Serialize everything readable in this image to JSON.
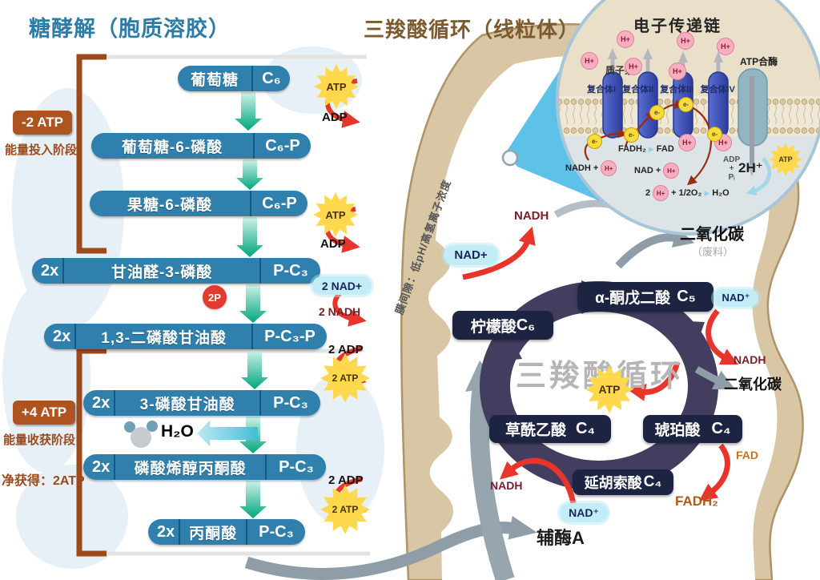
{
  "titles": {
    "glycolysis": "糖酵解（胞质溶胶）",
    "tca": "三羧酸循环（线粒体）"
  },
  "stages": {
    "invest_atp": "-2 ATP",
    "invest_name": "能量投入阶段",
    "harvest_atp": "+4 ATP",
    "harvest_name": "能量收获阶段",
    "net": "净获得：2ATP"
  },
  "steps": [
    {
      "mult": "",
      "name": "葡萄糖",
      "formula": "C₆"
    },
    {
      "mult": "",
      "name": "葡萄糖-6-磷酸",
      "formula": "C₆-P"
    },
    {
      "mult": "",
      "name": "果糖-6-磷酸",
      "formula": "C₆-P"
    },
    {
      "mult": "2x",
      "name": "甘油醛-3-磷酸",
      "formula": "P-C₃"
    },
    {
      "mult": "2x",
      "name": "1,3-二磷酸甘油酸",
      "formula": "P-C₃-P"
    },
    {
      "mult": "2x",
      "name": "3-磷酸甘油酸",
      "formula": "P-C₃"
    },
    {
      "mult": "2x",
      "name": "磷酸烯醇丙酮酸",
      "formula": "P-C₃"
    },
    {
      "mult": "2x",
      "name": "丙酮酸",
      "formula": "P-C₃"
    }
  ],
  "gly": {
    "atp": "ATP",
    "adp": "ADP",
    "p2": "2P",
    "nad": "2 NAD+",
    "nadh": "2 NADH",
    "two_adp": "2 ADP",
    "two_atp": "2 ATP",
    "h2o": "H₂O"
  },
  "membrane_label": "膜间隙：低pH/高氢离子浓度",
  "etc": {
    "title": "电子传递链",
    "proton_pump": "质子泵",
    "atp_synthase": "ATP合酶",
    "complexes": "复合体I 复合体II 复合体III 复合体IV",
    "hplus": "H+",
    "electron": "e-",
    "fadh2": "FADH₂",
    "fad": "FAD",
    "nadh_in": "NADH +",
    "nad_out": "NAD +",
    "o2_pre": "2",
    "o2_mid": "+ 1/2O₂",
    "h2o": "H₂O",
    "adp": "ADP",
    "plus": "+",
    "pi": "Pᵢ",
    "two_h": "2H⁺",
    "atp": "ATP"
  },
  "tca": {
    "watermark": "三羧酸循环",
    "boxes": [
      {
        "name": "柠檬酸",
        "c": "C₆"
      },
      {
        "name": "α-酮戊二酸",
        "c": "C₅"
      },
      {
        "name": "琥珀酸",
        "c": "C₄"
      },
      {
        "name": "延胡索酸",
        "c": "C₄"
      },
      {
        "name": "草酰乙酸",
        "c": "C₄"
      }
    ],
    "co2_top": "二氧化碳",
    "co2_note": "（废料）",
    "co2_right": "二氧化碳",
    "nad_left": "NAD+",
    "nadh_left": "NADH",
    "nad_right": "NAD⁺",
    "nadh_right": "NADH",
    "nad_bottom": "NAD⁺",
    "nadh_bottom": "NADH",
    "fad": "FAD",
    "fadh2": "FADH₂",
    "atp": "ATP",
    "coa": "辅酶A"
  }
}
